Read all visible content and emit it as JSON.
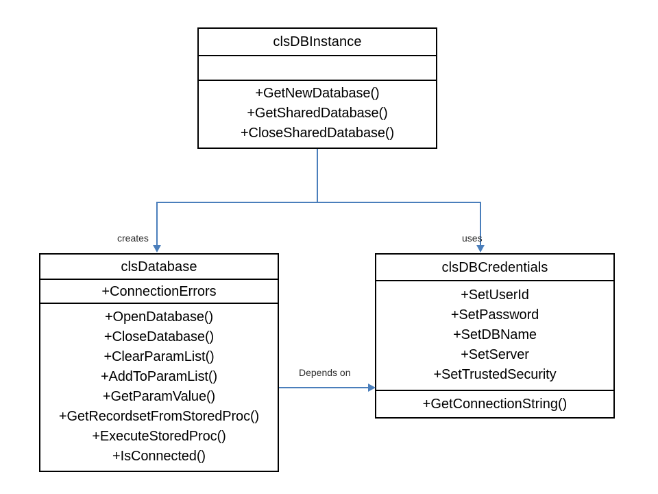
{
  "diagram": {
    "type": "uml-class-diagram",
    "line_color": "#4a7ebb",
    "border_color": "#000000",
    "background": "#ffffff"
  },
  "classes": {
    "dbinstance": {
      "name": "clsDBInstance",
      "attributes": [],
      "methods": [
        "+GetNewDatabase()",
        "+GetSharedDatabase()",
        "+CloseSharedDatabase()"
      ]
    },
    "database": {
      "name": "clsDatabase",
      "attributes": [
        "+ConnectionErrors"
      ],
      "methods": [
        "+OpenDatabase()",
        "+CloseDatabase()",
        "+ClearParamList()",
        "+AddToParamList()",
        "+GetParamValue()",
        "+GetRecordsetFromStoredProc()",
        "+ExecuteStoredProc()",
        "+IsConnected()"
      ]
    },
    "credentials": {
      "name": "clsDBCredentials",
      "attributes": [
        "+SetUserId",
        "+SetPassword",
        "+SetDBName",
        "+SetServer",
        "+SetTrustedSecurity"
      ],
      "methods": [
        "+GetConnectionString()"
      ]
    }
  },
  "relationships": {
    "creates": {
      "label": "creates",
      "from": "clsDBInstance",
      "to": "clsDatabase"
    },
    "uses": {
      "label": "uses",
      "from": "clsDBInstance",
      "to": "clsDBCredentials"
    },
    "depends_on": {
      "label": "Depends on",
      "from": "clsDatabase",
      "to": "clsDBCredentials"
    }
  }
}
